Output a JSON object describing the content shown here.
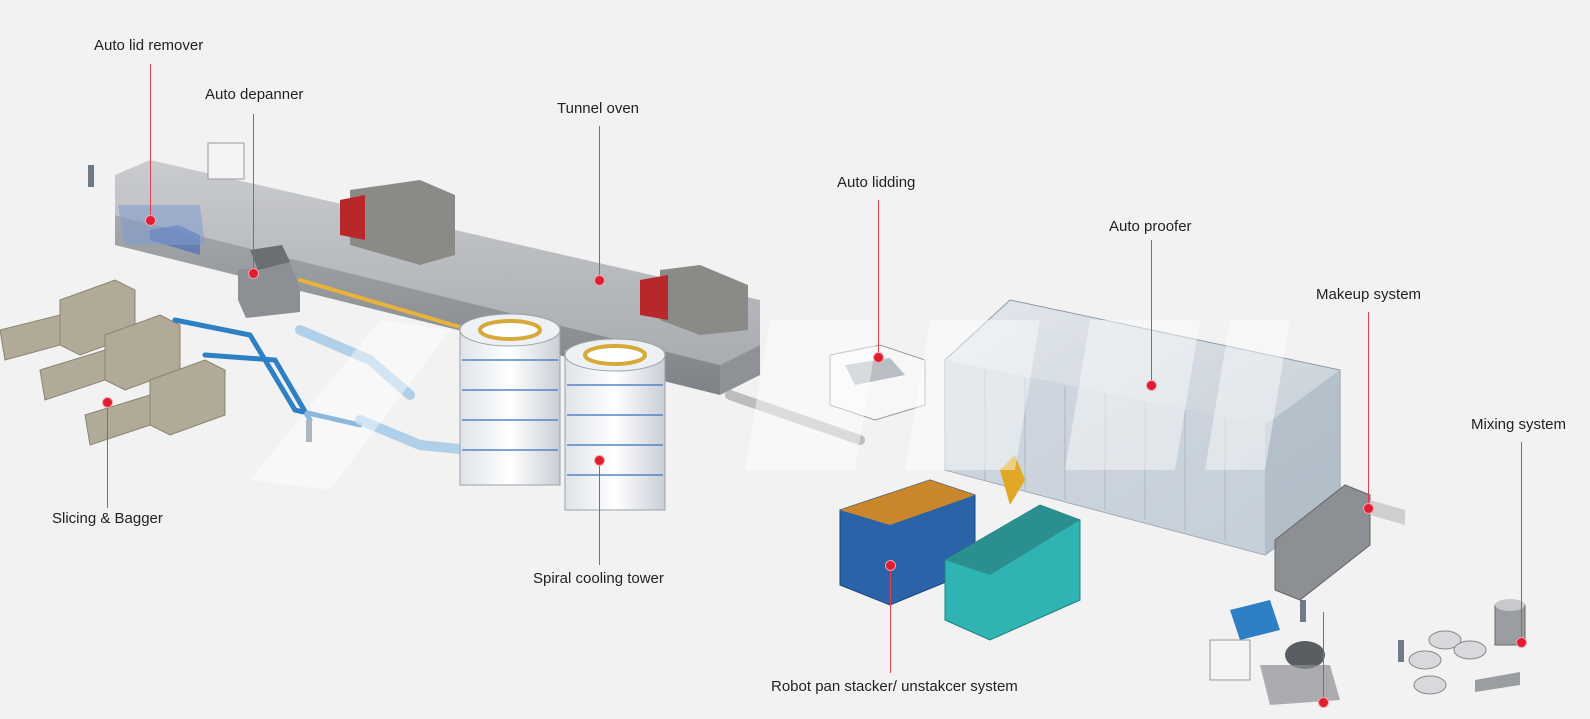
{
  "labels": {
    "auto_lid_remover": "Auto lid remover",
    "auto_depanner": "Auto depanner",
    "tunnel_oven": "Tunnel oven",
    "auto_lidding": "Auto lidding",
    "auto_proofer": "Auto proofer",
    "makeup_system": "Makeup system",
    "mixing_system": "Mixing system",
    "slicing_bagger": "Slicing & Bagger",
    "spiral_cooling_tower": "Spiral cooling tower",
    "robot_pan_stacker": "Robot pan stacker/ unstakcer system"
  },
  "colors": {
    "marker": "#e11d30",
    "leader": "#e0434f",
    "text": "#222222",
    "background": "#f2f2f2",
    "conveyor": "#2f7fc4",
    "pan_blue": "#2a63a8",
    "pan_teal": "#2fb3b3",
    "oven_red": "#b8282a"
  }
}
